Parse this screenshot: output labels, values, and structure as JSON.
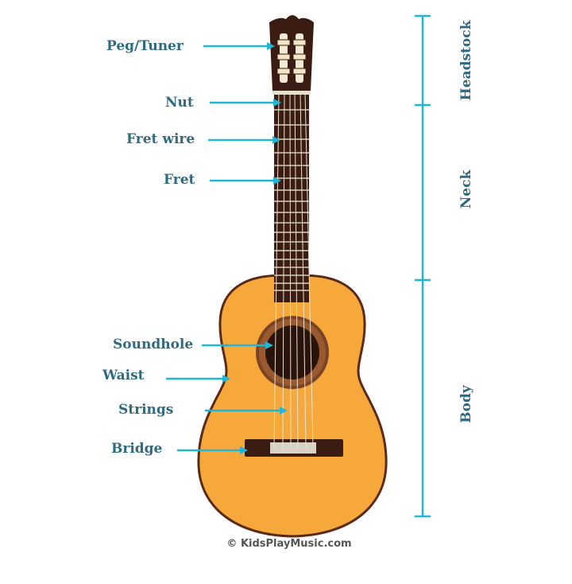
{
  "diagram": {
    "parts": {
      "peg_tuner": "Peg/Tuner",
      "nut": "Nut",
      "fret_wire": "Fret wire",
      "fret": "Fret",
      "soundhole": "Soundhole",
      "waist": "Waist",
      "strings": "Strings",
      "bridge": "Bridge"
    },
    "sections": {
      "headstock": "Headstock",
      "neck": "Neck",
      "body": "Body"
    },
    "credit": "© KidsPlayMusic.com"
  },
  "colors": {
    "arrow": "#22b6d6",
    "label": "#2f6a80",
    "body_fill": "#f7a83a",
    "body_outline": "#5a2a16",
    "wood_dark": "#3a1c12"
  }
}
